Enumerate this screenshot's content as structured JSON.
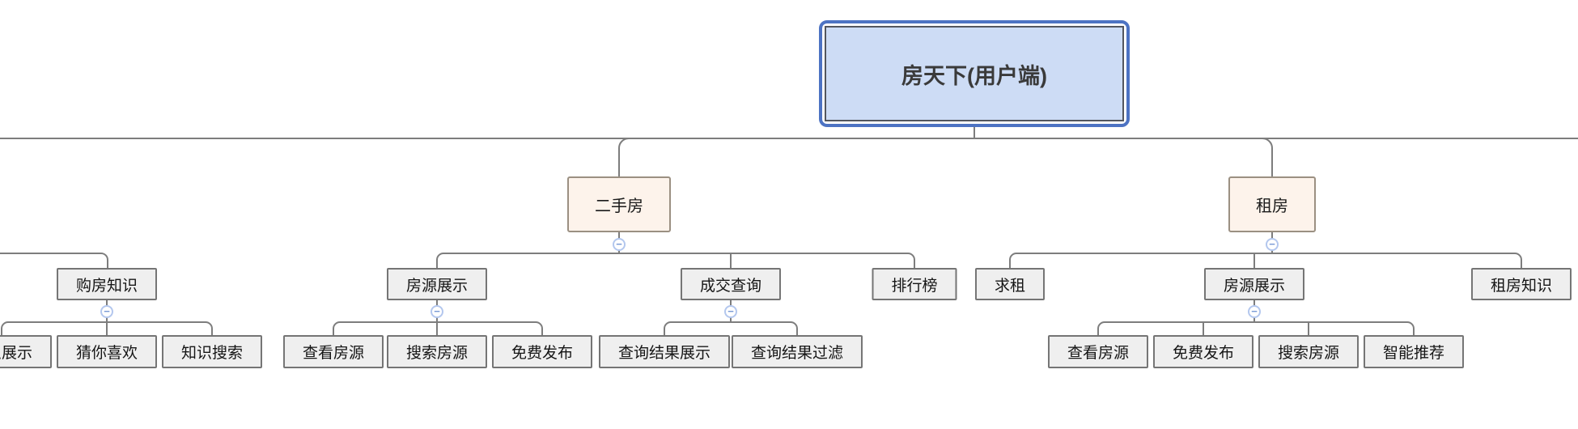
{
  "icons": {
    "collapse": "−"
  },
  "colors": {
    "root_fill": "#cddcf5",
    "root_outer_border": "#4d73c3",
    "root_inner_border": "#53565e",
    "branch_fill": "#fdf3eb",
    "branch_border": "#9b9082",
    "leaf_fill": "#efefef",
    "leaf_border": "#757575",
    "connector": "#7d7d7d",
    "collapse_icon_border": "#b3c7ee",
    "collapse_icon_glyph": "#7a9ad6"
  },
  "tree": {
    "label": "房天下(用户端)",
    "children": [
      {
        "label": "二手房",
        "children": [
          {
            "label": "房源展示",
            "children": [
              {
                "label": "查看房源"
              },
              {
                "label": "搜索房源"
              },
              {
                "label": "免费发布"
              }
            ]
          },
          {
            "label": "成交查询",
            "children": [
              {
                "label": "查询结果展示"
              },
              {
                "label": "查询结果过滤"
              }
            ]
          },
          {
            "label": "排行榜"
          }
        ]
      },
      {
        "label": "租房",
        "children": [
          {
            "label": "求租"
          },
          {
            "label": "房源展示",
            "children": [
              {
                "label": "查看房源"
              },
              {
                "label": "免费发布"
              },
              {
                "label": "搜索房源"
              },
              {
                "label": "智能推荐"
              }
            ]
          },
          {
            "label": "租房知识"
          }
        ]
      }
    ]
  },
  "left_clipped_branch": {
    "children": [
      {
        "label": "购房知识",
        "children": [
          {
            "label": "知识展示"
          },
          {
            "label": "猜你喜欢"
          },
          {
            "label": "知识搜索"
          }
        ]
      }
    ]
  }
}
